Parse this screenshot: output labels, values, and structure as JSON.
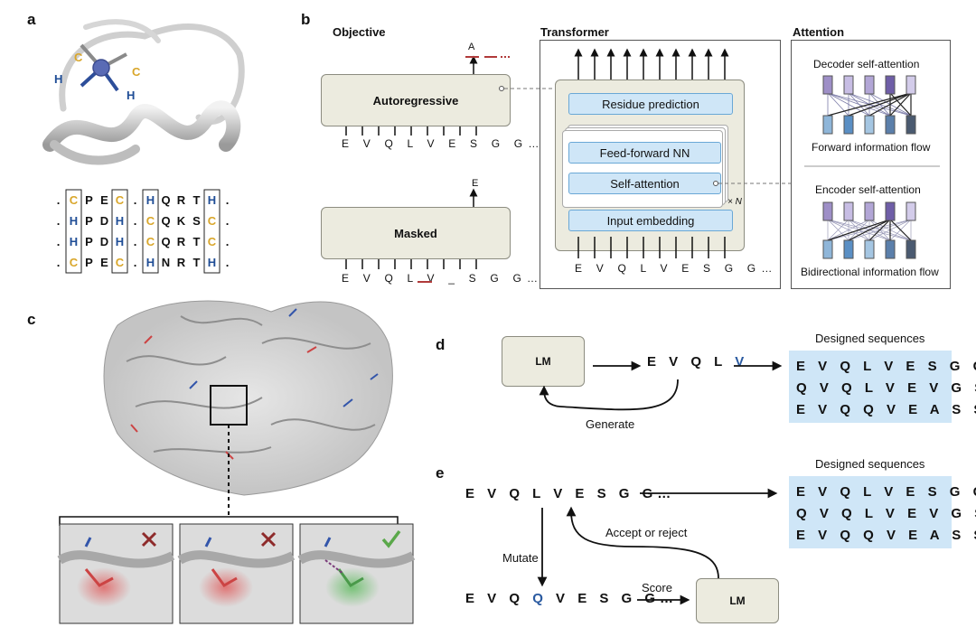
{
  "panels": {
    "a": "a",
    "b": "b",
    "c": "c",
    "d": "d",
    "e": "e"
  },
  "panel_a": {
    "residue_labels": [
      "C",
      "C",
      "H",
      "H"
    ],
    "alignment": [
      [
        ".",
        "C",
        "P",
        "E",
        "C",
        ".",
        "H",
        "Q",
        "R",
        "T",
        "H",
        "."
      ],
      [
        ".",
        "H",
        "P",
        "D",
        "H",
        ".",
        "C",
        "Q",
        "K",
        "S",
        "C",
        "."
      ],
      [
        ".",
        "H",
        "P",
        "D",
        "H",
        ".",
        "C",
        "Q",
        "R",
        "T",
        "C",
        "."
      ],
      [
        ".",
        "C",
        "P",
        "E",
        "C",
        ".",
        "H",
        "N",
        "R",
        "T",
        "H",
        "."
      ]
    ],
    "colors": {
      "cys": "#d9a62a",
      "his": "#1f4d96"
    }
  },
  "panel_b": {
    "objective_title": "Objective",
    "transformer_title": "Transformer",
    "attention_title": "Attention",
    "autoregressive": "Autoregressive",
    "masked": "Masked",
    "ar_output": "A",
    "masked_output": "E",
    "ar_input": "E V Q L V E S G G…",
    "masked_input": "E V Q L V _ S G G…",
    "residue_prediction": "Residue prediction",
    "feed_forward": "Feed-forward NN",
    "self_attention": "Self-attention",
    "input_embedding": "Input embedding",
    "times_n": "× N",
    "transformer_input": "E V Q L V E S G G…",
    "decoder_title": "Decoder self-attention",
    "decoder_caption": "Forward information flow",
    "encoder_title": "Encoder self-attention",
    "encoder_caption": "Bidirectional information flow"
  },
  "panel_d": {
    "lm": "LM",
    "sequence_prefix": "E V Q L ",
    "sequence_new": "V",
    "generate": "Generate",
    "designed_title": "Designed sequences",
    "designed": [
      "E V Q L V E S G G…",
      "Q V Q L V E V G S…",
      "E V Q Q V E A S S…"
    ]
  },
  "panel_e": {
    "start_seq": "E V Q L V E S G G…",
    "mutant_prefix": "E V Q ",
    "mutant_new": "Q",
    "mutant_suffix": " V E S G G…",
    "mutate": "Mutate",
    "score": "Score",
    "accept_reject": "Accept or reject",
    "lm": "LM",
    "designed_title": "Designed sequences",
    "designed": [
      "E V Q L V E S G G…",
      "Q V Q L V E V G S…",
      "E V Q Q V E A S S…"
    ]
  }
}
